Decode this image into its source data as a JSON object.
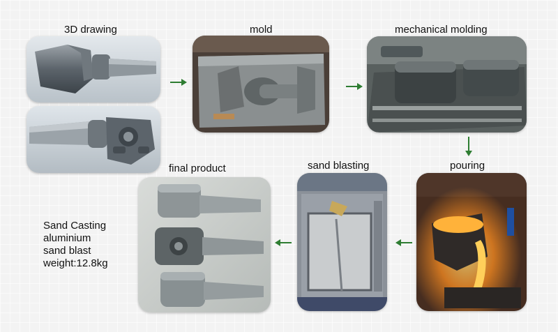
{
  "steps": {
    "drawing": {
      "label": "3D drawing"
    },
    "mold": {
      "label": "mold"
    },
    "molding": {
      "label": "mechanical molding"
    },
    "pouring": {
      "label": "pouring"
    },
    "blasting": {
      "label": "sand blasting"
    },
    "product": {
      "label": "final product"
    }
  },
  "spec": {
    "line1": "Sand Casting",
    "line2": "aluminium",
    "line3": "sand blast",
    "line4": "weight:12.8kg"
  },
  "colors": {
    "arrow": "#2e7d32",
    "molten": "#ff8a1a"
  }
}
